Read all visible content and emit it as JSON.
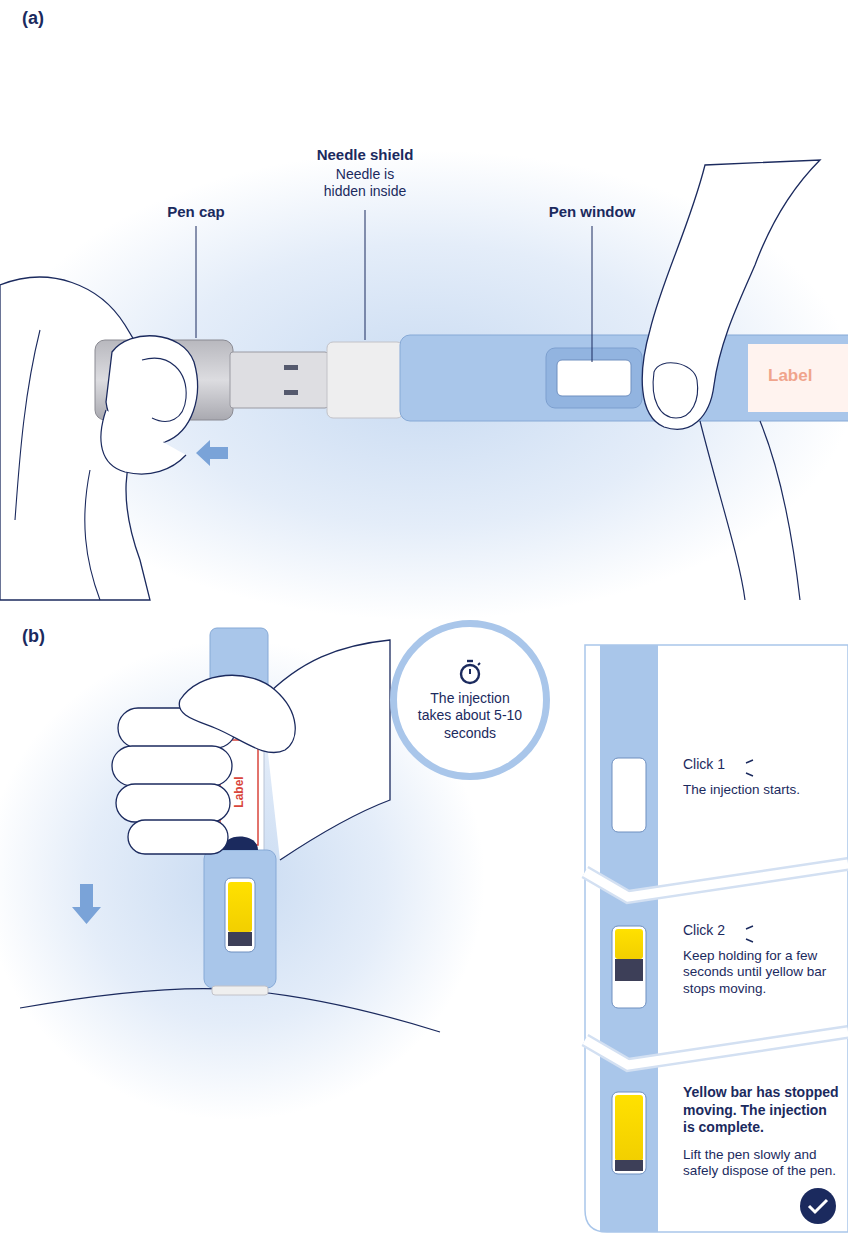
{
  "diagram": {
    "nodes": [
      {
        "text": [
          "The injection takes about 5-10 seconds"
        ]
      },
      {
        "text": [
          "Click 1",
          "The injection starts."
        ]
      },
      {
        "text": [
          "Click 2",
          "Keep holding for a few seconds until yellow bar stops moving."
        ]
      },
      {
        "text": [
          "Yellow bar has stopped moving. The injection is complete.",
          "Lift the pen slowly and safely dispose of the pen."
        ]
      }
    ],
    "labels": [
      "(a)",
      "Pen cap",
      "Needle shield",
      "Needle is hidden inside",
      "Pen window",
      "Label",
      "(b)",
      "Label"
    ]
  }
}
